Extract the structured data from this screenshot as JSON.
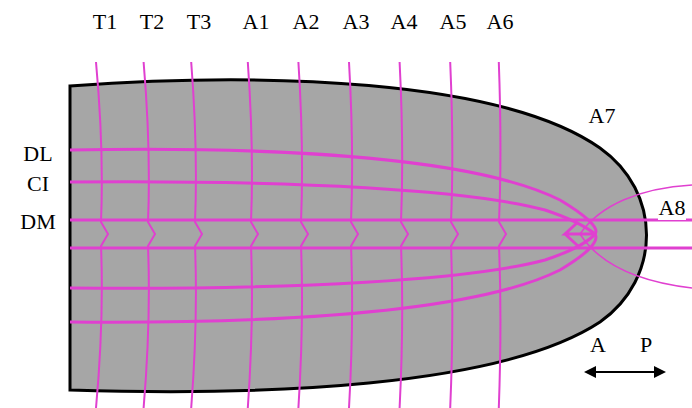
{
  "diagram": {
    "labels": [
      "T1",
      "T2",
      "T3",
      "A1",
      "A2",
      "A3",
      "A4",
      "A5",
      "A6",
      "A7",
      "DL",
      "CI",
      "DM",
      "A8",
      "A",
      "P"
    ]
  }
}
